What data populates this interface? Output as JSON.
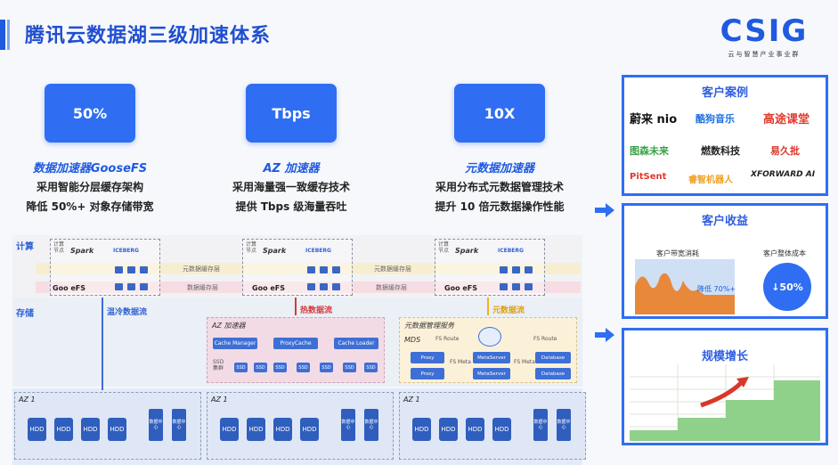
{
  "header": {
    "title": "腾讯云数据湖三级加速体系",
    "logo": "CSIG",
    "logo_sub": "云与智慧产业事业群"
  },
  "stats": [
    {
      "value": "50%",
      "label": "数据加速器GooseFS",
      "line1": "采用智能分层缓存架构",
      "line2": "降低 50%+ 对象存储带宽"
    },
    {
      "value": "Tbps",
      "label": "AZ 加速器",
      "line1": "采用海量强一致缓存技术",
      "line2": "提供 Tbps 级海量吞吐"
    },
    {
      "value": "10X",
      "label": "元数据加速器",
      "line1": "采用分布式元数据管理技术",
      "line2": "提升 10 倍元数据操作性能"
    }
  ],
  "diagram": {
    "compute_label": "计算",
    "storage_label": "存储",
    "node_label_1": "计算",
    "node_label_2": "节点",
    "spark": "Spark",
    "iceberg": "ICEBERG",
    "goosefs": "Goo eFS",
    "metadata_layer": "元数据缓存层",
    "data_layer": "数据缓存层",
    "warm_cold_flow": "温冷数据流",
    "hot_flow": "热数据流",
    "meta_flow": "元数据流",
    "az_accel": {
      "title": "AZ 加速器",
      "buttons": [
        "Cache Manager",
        "ProxyCache",
        "Cache Loader"
      ],
      "ssd_label_1": "SSD",
      "ssd_label_2": "集群",
      "ssd": "SSD"
    },
    "mds": {
      "title": "元数据管理服务",
      "sub": "MDS",
      "fs_route": "FS Route",
      "fs_meta": "FS Meta",
      "proxy": "Proxy",
      "metaserver": "MetaServer",
      "database": "Database"
    },
    "az": {
      "title": "AZ 1",
      "hdd": "HDD",
      "dc1": "数据中心",
      "dc2": "数据中心"
    }
  },
  "right": {
    "cases_title": "客户案例",
    "brands": [
      {
        "name": "蔚来 nio",
        "color": "#111111"
      },
      {
        "name": "酷狗音乐",
        "color": "#1f6fe0"
      },
      {
        "name": "高途课堂",
        "color": "#e03a2c"
      },
      {
        "name": "图森未来",
        "color": "#3aa24a"
      },
      {
        "name": "燃数科技",
        "color": "#222222"
      },
      {
        "name": "易久批",
        "color": "#d8382a"
      },
      {
        "name": "PitSent",
        "color": "#e0382c"
      },
      {
        "name": "睿智机器人",
        "color": "#f0a020"
      },
      {
        "name": "XFORWARD AI",
        "color": "#222222"
      }
    ],
    "benefit_title": "客户收益",
    "bandwidth_label": "客户带宽消耗",
    "cost_label": "客户整体成本",
    "bandwidth_note": "降低 70%+",
    "cost_value": "↓50%",
    "scale_title": "规模增长"
  }
}
